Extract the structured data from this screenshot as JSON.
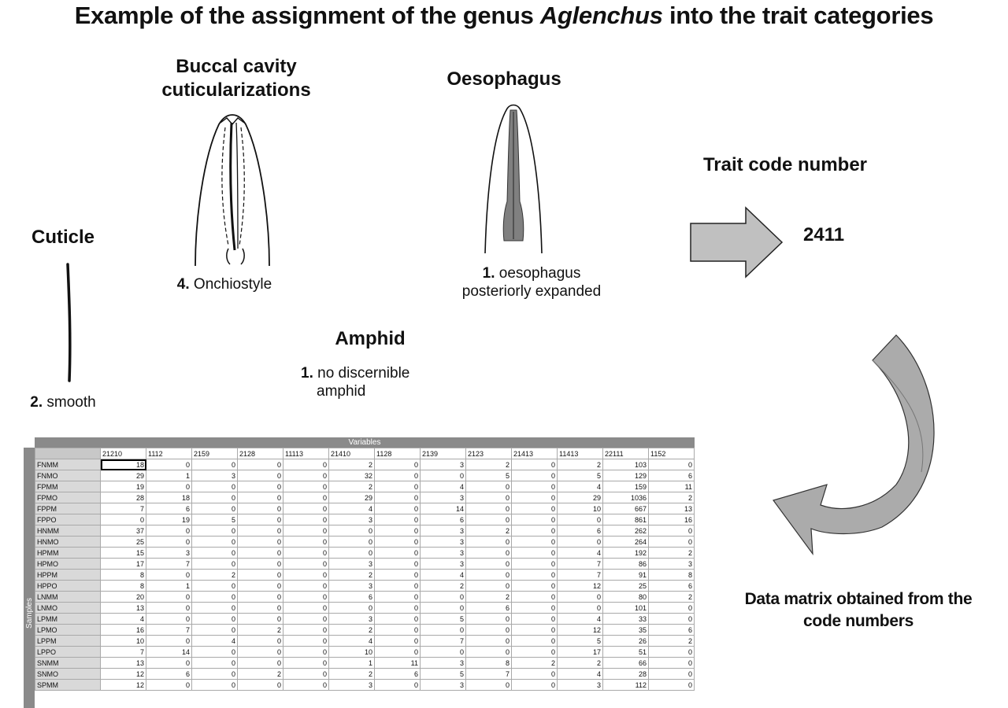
{
  "title": {
    "prefix": "Example of the assignment of the genus ",
    "genus": "Aglenchus",
    "suffix": " into the trait categories"
  },
  "cuticle": {
    "heading": "Cuticle",
    "code": "2.",
    "label": "smooth"
  },
  "buccal": {
    "heading_line1": "Buccal cavity",
    "heading_line2": "cuticularizations",
    "code": "4.",
    "label": "Onchiostyle"
  },
  "amphid": {
    "heading": "Amphid",
    "code": "1.",
    "label_line1": "no discernible",
    "label_line2": "amphid"
  },
  "oesophagus": {
    "heading": "Oesophagus",
    "code": "1.",
    "label_line1": "oesophagus",
    "label_line2": "posteriorly expanded"
  },
  "trait_code": {
    "heading": "Trait code number",
    "value": "2411"
  },
  "matrix_caption": {
    "line1": "Data matrix obtained from the",
    "line2": "code numbers"
  },
  "matrix": {
    "variables_label": "Variables",
    "samples_label": "Samples",
    "columns": [
      "21210",
      "1112",
      "2159",
      "2128",
      "11113",
      "21410",
      "1128",
      "2139",
      "2123",
      "21413",
      "11413",
      "22111",
      "1152"
    ],
    "rows": [
      {
        "name": "FNMM",
        "values": [
          18,
          0,
          0,
          0,
          0,
          2,
          0,
          3,
          2,
          0,
          2,
          103,
          0
        ]
      },
      {
        "name": "FNMO",
        "values": [
          29,
          1,
          3,
          0,
          0,
          32,
          0,
          0,
          5,
          0,
          5,
          129,
          6
        ]
      },
      {
        "name": "FPMM",
        "values": [
          19,
          0,
          0,
          0,
          0,
          2,
          0,
          4,
          0,
          0,
          4,
          159,
          11
        ]
      },
      {
        "name": "FPMO",
        "values": [
          28,
          18,
          0,
          0,
          0,
          29,
          0,
          3,
          0,
          0,
          29,
          1036,
          2
        ]
      },
      {
        "name": "FPPM",
        "values": [
          7,
          6,
          0,
          0,
          0,
          4,
          0,
          14,
          0,
          0,
          10,
          667,
          13
        ]
      },
      {
        "name": "FPPO",
        "values": [
          0,
          19,
          5,
          0,
          0,
          3,
          0,
          6,
          0,
          0,
          0,
          861,
          16
        ]
      },
      {
        "name": "HNMM",
        "values": [
          37,
          0,
          0,
          0,
          0,
          0,
          0,
          3,
          2,
          0,
          6,
          262,
          0
        ]
      },
      {
        "name": "HNMO",
        "values": [
          25,
          0,
          0,
          0,
          0,
          0,
          0,
          3,
          0,
          0,
          0,
          264,
          0
        ]
      },
      {
        "name": "HPMM",
        "values": [
          15,
          3,
          0,
          0,
          0,
          0,
          0,
          3,
          0,
          0,
          4,
          192,
          2
        ]
      },
      {
        "name": "HPMO",
        "values": [
          17,
          7,
          0,
          0,
          0,
          3,
          0,
          3,
          0,
          0,
          7,
          86,
          3
        ]
      },
      {
        "name": "HPPM",
        "values": [
          8,
          0,
          2,
          0,
          0,
          2,
          0,
          4,
          0,
          0,
          7,
          91,
          8
        ]
      },
      {
        "name": "HPPO",
        "values": [
          8,
          1,
          0,
          0,
          0,
          3,
          0,
          2,
          0,
          0,
          12,
          25,
          6
        ]
      },
      {
        "name": "LNMM",
        "values": [
          20,
          0,
          0,
          0,
          0,
          6,
          0,
          0,
          2,
          0,
          0,
          80,
          2
        ]
      },
      {
        "name": "LNMO",
        "values": [
          13,
          0,
          0,
          0,
          0,
          0,
          0,
          0,
          6,
          0,
          0,
          101,
          0
        ]
      },
      {
        "name": "LPMM",
        "values": [
          4,
          0,
          0,
          0,
          0,
          3,
          0,
          5,
          0,
          0,
          4,
          33,
          0
        ]
      },
      {
        "name": "LPMO",
        "values": [
          16,
          7,
          0,
          2,
          0,
          2,
          0,
          0,
          0,
          0,
          12,
          35,
          6
        ]
      },
      {
        "name": "LPPM",
        "values": [
          10,
          0,
          4,
          0,
          0,
          4,
          0,
          7,
          0,
          0,
          5,
          26,
          2
        ]
      },
      {
        "name": "LPPO",
        "values": [
          7,
          14,
          0,
          0,
          0,
          10,
          0,
          0,
          0,
          0,
          17,
          51,
          0
        ]
      },
      {
        "name": "SNMM",
        "values": [
          13,
          0,
          0,
          0,
          0,
          1,
          11,
          3,
          8,
          2,
          2,
          66,
          0
        ]
      },
      {
        "name": "SNMO",
        "values": [
          12,
          6,
          0,
          2,
          0,
          2,
          6,
          5,
          7,
          0,
          4,
          28,
          0
        ]
      },
      {
        "name": "SPMM",
        "values": [
          12,
          0,
          0,
          0,
          0,
          3,
          0,
          3,
          0,
          0,
          3,
          112,
          0
        ]
      }
    ]
  }
}
